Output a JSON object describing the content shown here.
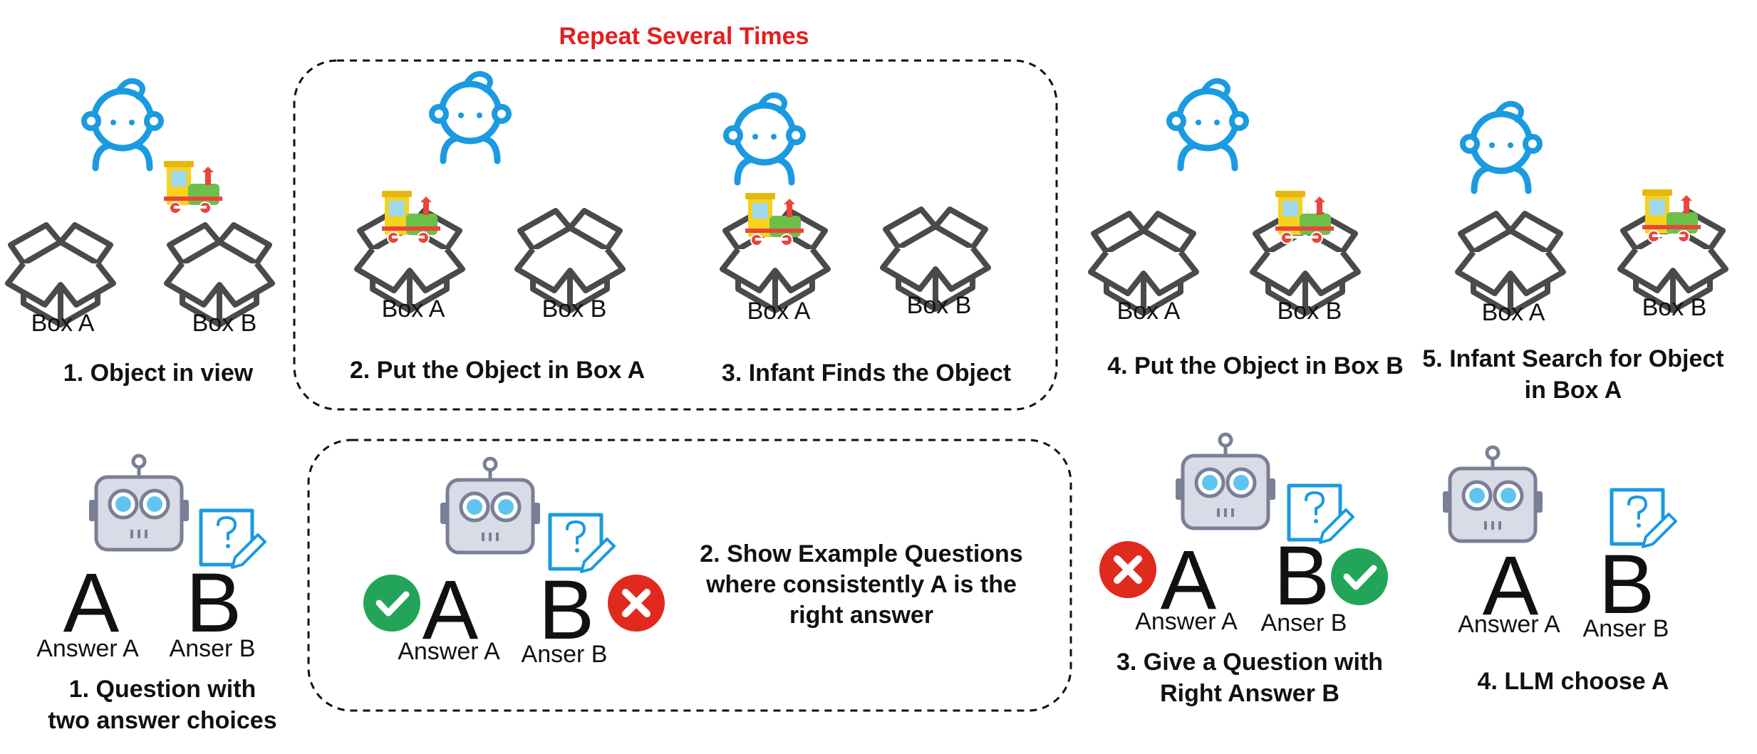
{
  "repeat_label": "Repeat Several Times",
  "top_row": {
    "box_a": "Box A",
    "box_b": "Box B",
    "steps": [
      {
        "caption": "1. Object in view"
      },
      {
        "caption": "2. Put the Object in Box A"
      },
      {
        "caption": "3. Infant Finds the Object"
      },
      {
        "caption": "4. Put the Object in Box B"
      },
      {
        "caption_line1": "5. Infant Search for Object",
        "caption_line2": "in Box A"
      }
    ]
  },
  "bottom_row": {
    "letter_a": "A",
    "letter_b": "B",
    "answer_a": "Answer A",
    "answer_b": "Anser B",
    "steps": [
      {
        "caption_line1": "1. Question with",
        "caption_line2": "two answer choices"
      },
      {
        "caption_line1": "2. Show Example Questions",
        "caption_line2": "where consistently A is the",
        "caption_line3": "right answer"
      },
      {
        "caption_line1": "3. Give a Question with",
        "caption_line2": "Right Answer B"
      },
      {
        "caption": "4. LLM choose A"
      }
    ]
  },
  "colors": {
    "infant_blue": "#1a9ae0",
    "box_gray": "#4a4a4a",
    "repeat_red": "#e41e1e",
    "check_green": "#22a559",
    "cross_red": "#e02a1e",
    "robot_body": "#d9dbe6",
    "robot_outline": "#7a7f96",
    "robot_eye": "#5fc4f0"
  },
  "icons": [
    "infant-icon",
    "box-icon",
    "toy-train-icon",
    "robot-icon",
    "question-note-icon",
    "check-icon",
    "cross-icon"
  ]
}
